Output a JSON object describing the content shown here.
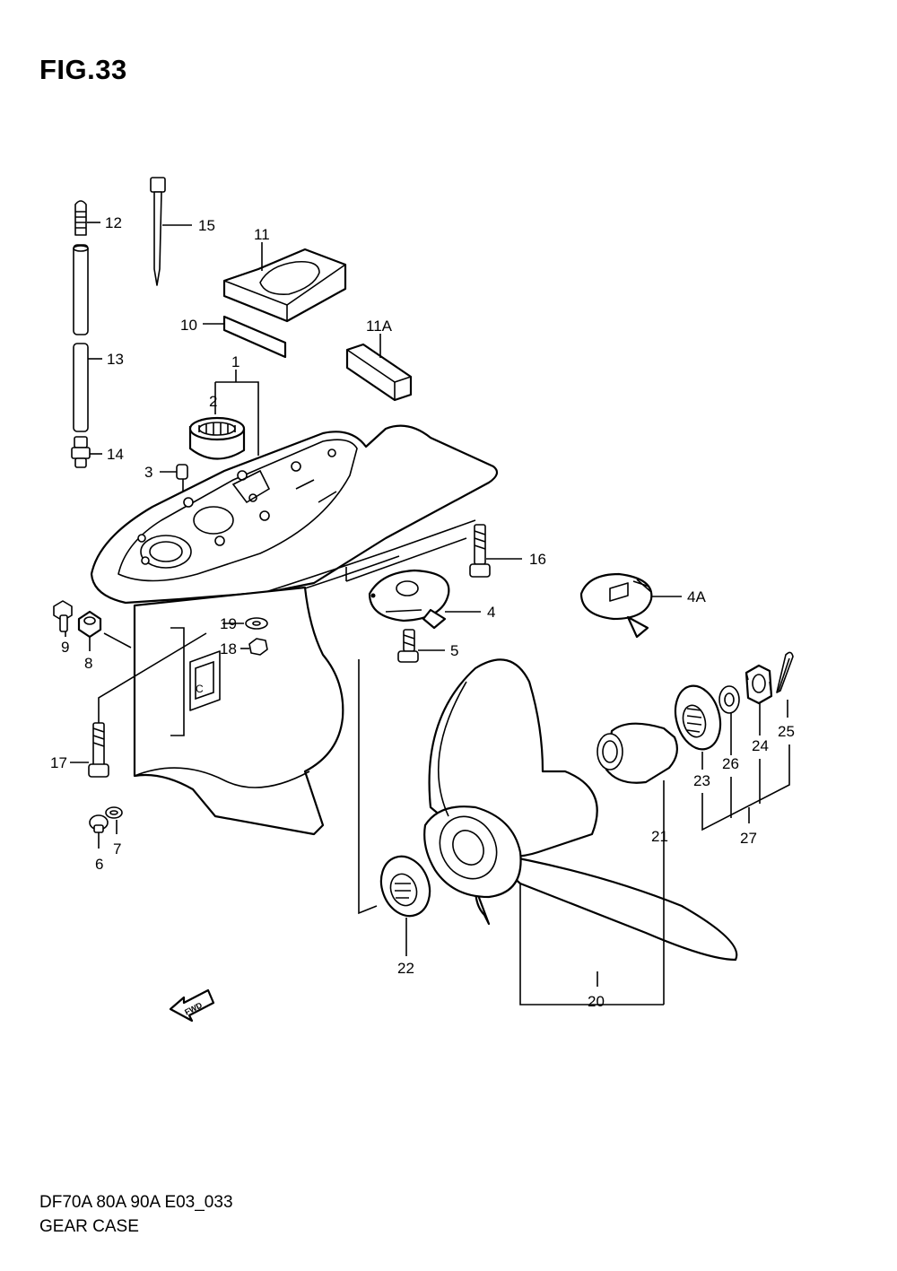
{
  "figure": {
    "title": "FIG.33"
  },
  "footer": {
    "model": "DF70A 80A 90A E03_033",
    "caption": "GEAR CASE"
  },
  "fwd_badge": "FWD",
  "labels": {
    "p1": "1",
    "p2": "2",
    "p3": "3",
    "p4": "4",
    "p4A": "4A",
    "p5": "5",
    "p6": "6",
    "p7": "7",
    "p8": "8",
    "p9": "9",
    "p10": "10",
    "p11": "11",
    "p11A": "11A",
    "p12": "12",
    "p13": "13",
    "p14": "14",
    "p15": "15",
    "p16": "16",
    "p17": "17",
    "p18": "18",
    "p19": "19",
    "p20": "20",
    "p21": "21",
    "p22": "22",
    "p23": "23",
    "p24": "24",
    "p25": "25",
    "p26": "26",
    "p27": "27",
    "anode_mark": "C"
  }
}
